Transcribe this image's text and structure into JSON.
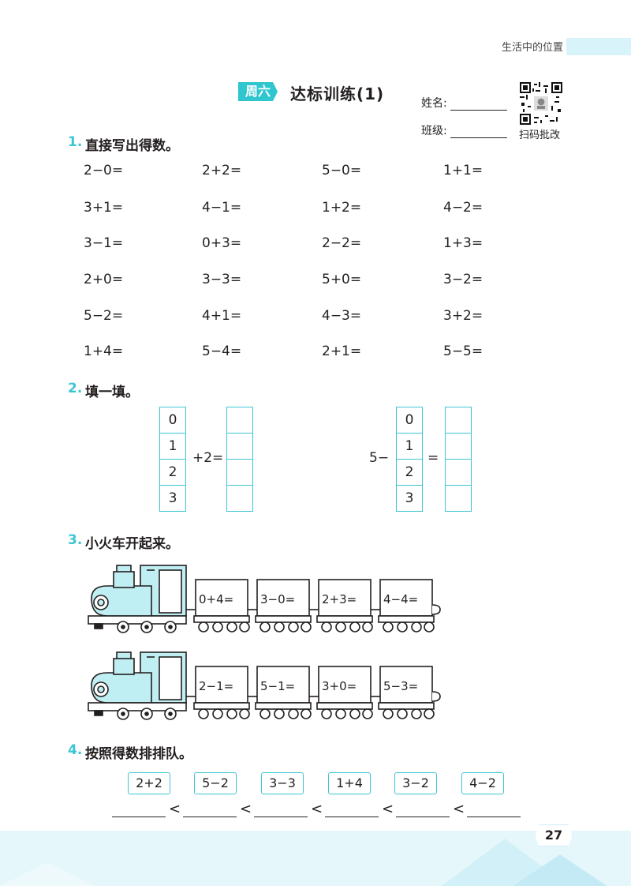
{
  "header": {
    "chapter": "生活中的位置"
  },
  "title": {
    "tag": "周六",
    "text": "达标训练(1)"
  },
  "info": {
    "name_label": "姓名:",
    "class_label": "班级:",
    "qr_caption": "扫码批改"
  },
  "q1": {
    "num": "1.",
    "text": "直接写出得数。",
    "rows": [
      [
        "2−0=",
        "2+2=",
        "5−0=",
        "1+1="
      ],
      [
        "3+1=",
        "4−1=",
        "1+2=",
        "4−2="
      ],
      [
        "3−1=",
        "0+3=",
        "2−2=",
        "1+3="
      ],
      [
        "2+0=",
        "3−3=",
        "5+0=",
        "3−2="
      ],
      [
        "5−2=",
        "4+1=",
        "4−3=",
        "3+2="
      ],
      [
        "1+4=",
        "5−4=",
        "2+1=",
        "5−5="
      ]
    ]
  },
  "q2": {
    "num": "2.",
    "text": "填一填。",
    "left": {
      "values": [
        "0",
        "1",
        "2",
        "3"
      ],
      "op": "+2="
    },
    "right": {
      "prefix": "5−",
      "values": [
        "0",
        "1",
        "2",
        "3"
      ],
      "eq": "="
    }
  },
  "q3": {
    "num": "3.",
    "text": "小火车开起来。",
    "trains": [
      [
        "0+4=",
        "3−0=",
        "2+3=",
        "4−4="
      ],
      [
        "2−1=",
        "5−1=",
        "3+0=",
        "5−3="
      ]
    ]
  },
  "q4": {
    "num": "4.",
    "text": "按照得数排排队。",
    "items": [
      "2+2",
      "5−2",
      "3−3",
      "1+4",
      "3−2",
      "4−2"
    ],
    "sign": "<"
  },
  "page_number": "27",
  "colors": {
    "accent": "#3cc6d3",
    "tag": "#2fc6cf",
    "train": "#bfeef3"
  }
}
